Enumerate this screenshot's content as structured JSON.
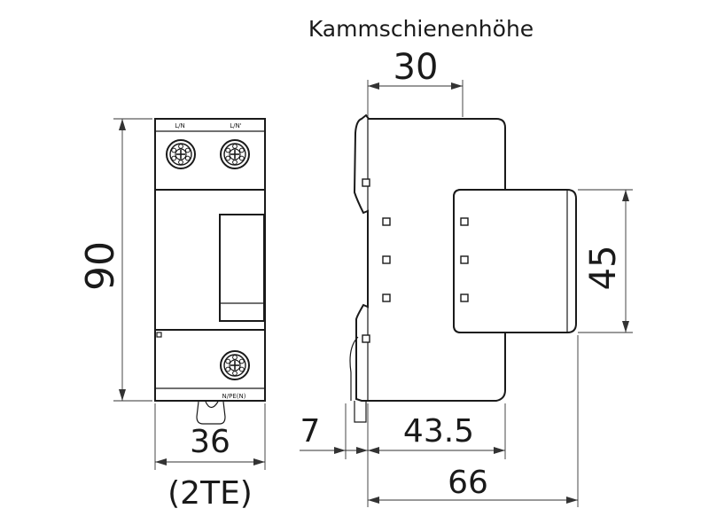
{
  "title": "Kammschienenhöhe",
  "front_view": {
    "terminal_top_left": "L/N",
    "terminal_top_right": "L/N'",
    "terminal_bottom": "N/PE(N)",
    "height_dimension": "90",
    "width_dimension": "36",
    "width_units": "(2TE)"
  },
  "side_view": {
    "busbar_height": "30",
    "module_height": "45",
    "rail_offset": "7",
    "front_depth": "43.5",
    "total_depth": "66"
  }
}
